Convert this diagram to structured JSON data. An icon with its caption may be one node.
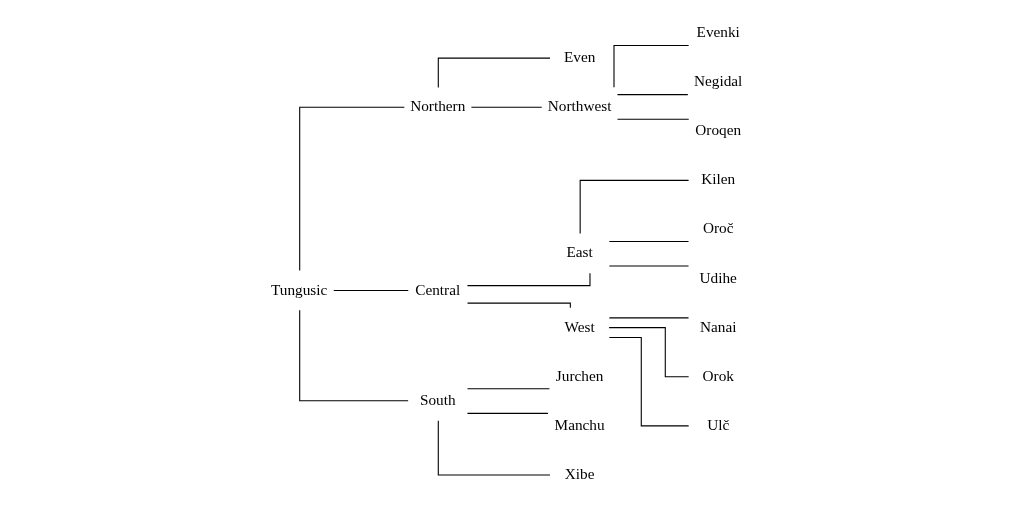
{
  "diagram": {
    "nodes": [
      {
        "text": [
          "Tungusic"
        ]
      },
      {
        "text": [
          "Northern"
        ]
      },
      {
        "text": [
          "Central"
        ]
      },
      {
        "text": [
          "South"
        ]
      },
      {
        "text": [
          "Even"
        ]
      },
      {
        "text": [
          "Northwest"
        ]
      },
      {
        "text": [
          "Evenki"
        ]
      },
      {
        "text": [
          "Negidal"
        ]
      },
      {
        "text": [
          "Oroqen"
        ]
      },
      {
        "text": [
          "East"
        ]
      },
      {
        "text": [
          "West"
        ]
      },
      {
        "text": [
          "Kilen"
        ]
      },
      {
        "text": [
          "Oroč"
        ]
      },
      {
        "text": [
          "Udihe"
        ]
      },
      {
        "text": [
          "Nanai"
        ]
      },
      {
        "text": [
          "Orok"
        ]
      },
      {
        "text": [
          "Ulč"
        ]
      },
      {
        "text": [
          "Jurchen"
        ]
      },
      {
        "text": [
          "Manchu"
        ]
      },
      {
        "text": [
          "Xibe"
        ]
      }
    ],
    "edges": [
      {
        "from": 0,
        "to": 1,
        "arrow": "none"
      },
      {
        "from": 0,
        "to": 2,
        "arrow": "none"
      },
      {
        "from": 0,
        "to": 3,
        "arrow": "none"
      },
      {
        "from": 1,
        "to": 4,
        "arrow": "none"
      },
      {
        "from": 1,
        "to": 5,
        "arrow": "none"
      },
      {
        "from": 5,
        "to": 6,
        "arrow": "none"
      },
      {
        "from": 5,
        "to": 7,
        "arrow": "none"
      },
      {
        "from": 5,
        "to": 8,
        "arrow": "none"
      },
      {
        "from": 2,
        "to": 9,
        "arrow": "none"
      },
      {
        "from": 2,
        "to": 10,
        "arrow": "none"
      },
      {
        "from": 9,
        "to": 11,
        "arrow": "none"
      },
      {
        "from": 9,
        "to": 12,
        "arrow": "none"
      },
      {
        "from": 9,
        "to": 13,
        "arrow": "none"
      },
      {
        "from": 10,
        "to": 14,
        "arrow": "none"
      },
      {
        "from": 10,
        "to": 15,
        "arrow": "none"
      },
      {
        "from": 10,
        "to": 16,
        "arrow": "none"
      },
      {
        "from": 3,
        "to": 17,
        "arrow": "none"
      },
      {
        "from": 3,
        "to": 18,
        "arrow": "none"
      },
      {
        "from": 3,
        "to": 19,
        "arrow": "none"
      }
    ]
  }
}
